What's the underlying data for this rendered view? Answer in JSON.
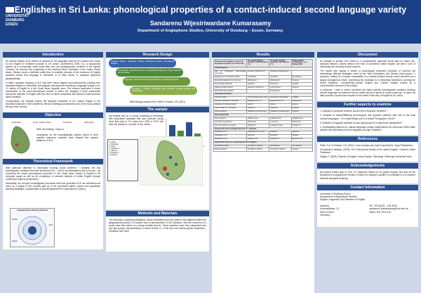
{
  "header": {
    "logo_text": [
      "UNIVERSITÄT",
      "DUISBURG",
      "ESSEN"
    ],
    "title": "Englishes in Sri Lanka: phonological properties of a contact-induced second language variety",
    "author": "Sandarenu Wijesiriwardane Kumarasamy",
    "affiliation": "Department of Anglophone Studies, University of Duisburg – Essen, Germany."
  },
  "introduction": {
    "title": "Introduction",
    "paragraphs": [
      "Sri Lankan English (SLE) defined in general as \"the language used by Sri Lankans who chose to use English for whatever purpose in Sri Lanka\" (Gunesekera 2005: 11), is supposedly spoken by a numerically small social elite who are geographically confined to the capital, Colombo, its suburbs and comprising of the westerly ethnic Sinhalese of the Indian Ocean island. Seldom would a definition rather than is explicitly inclusive of the existence of English speakers whose first language is Sinhalese or of other ethnic L1 speakers dispersed geographically.",
      "In effect, linguistic mapping of SLE had been hence largely mono-ethnocentric passing over essential insights to understand the linguistic developments resulting in language change in an L2 variety of English in a rich South Asian linguistic area. This renders imperative a closer examination of the socio-interactional context in which the mingling of input supersedes vernacular varieties of English with this kind of ethnic substrates that caused contact-induced hybrid variation.",
      "Consequently, my findings explore the linguistic intricacies of Sri Lankan English in the essential expansion of the multiethnic, literary multilingual-composition and of the socio-political literacy of the country."
    ]
  },
  "objective": {
    "title": "Objective",
    "legend": [
      "Sinhala",
      "Sri Lankan Tamil",
      "Muslim",
      "Burgher"
    ],
    "text_1": "With my findings I hope to:",
    "text_2": "emphasise on the sociolinguistic factors which in their specific historical contexts have shaped the speech patterns of SLE."
  },
  "framework": {
    "title": "Theoretical Framework",
    "paragraphs": [
      "With particular attention to historically evolving social schemes, I establish the key sociolinguistic variables that have functioned SLE – both in its development and in its use – by examining the actual phonological properties of this South Asian variety of English in its everyday usage as well as its comparison to selected features of Indian English (though rendering a regional perspective).",
      "Importantly, the complex sociolinguistic processes that have generated SLE are understood as much as a legacy of the colonial past as of the communal stakes, corpus and acquisition planning strategies, characteristic of post-independent Sri Lanka (former Ceylon)."
    ],
    "diagram_title": "Language Policy Planning Schemas",
    "diagram_labels": [
      "Sinhala",
      "Tamil",
      "English"
    ]
  },
  "research_design": {
    "title": "Research Design",
    "steps": [
      "Research Design · Qualitative method, quantitative analysis, phonological analysis",
      "Pre-Analysis · Literature reviews, sociolinguistic background, corpus collection and annotation",
      "Approach · Ethnic and community identifiers, phonetic transcription",
      "Procedure · Phonetic recordings, data extraction, acoustic analysis and interpretation"
    ],
    "caption": "Methodology adopted from Pasik & Graham, 231 (2001)"
  },
  "sample": {
    "title": "The sample",
    "text": "My findings rest on a corpus consisting of recordings with associated metadata that was collected during three field trips to Sri Lanka from 2009 to 2010 with each trip lasting for a period of four weeks."
  },
  "methods": {
    "title": "Methods and Materials",
    "text": "The total data, comprising elicitations, direct translations and free speech, was gathered within the geographical province of Colombo and is representative of SLE speakers, who are members of a social class that values on a study monthly income. These speakers were then categorised into four age groups: representatives, in terms of their L1, of the two most widely spoken substrates – Sinhalese and Tamil.",
    "legend_items": [
      "Urban",
      "Suburban",
      "Rural",
      "Sinhala L1",
      "Tamil L1",
      "Muslim L1",
      "Burgher"
    ]
  },
  "results": {
    "title": "Results",
    "headers": [
      "Phonological strategies (used in SP language acquisition as a loan/code)",
      "Sri Lankan English (speakers with Sinhala as L1)",
      "Sri Lankan English (speakers with Tamil as L1)",
      "Indian English (compared to, e.g. Sailaja 2009)"
    ],
    "rows": [
      [
        "Vowel Inventory",
        "",
        "",
        ""
      ],
      [
        "Use of Portuguese Elan-Sinhala contrasting",
        "for lexis: reduction in /ɪ/",
        "Shortened vowel system",
        ""
      ],
      [
        "Replacement of word-final schwa",
        "Centralised",
        "Peripheral",
        "Not attested"
      ],
      [
        "Monophthongisation of /eɪ/ and /əʊ/",
        "Widespread",
        "Widespread",
        "Frequent"
      ],
      [
        "Vowel length distinction",
        "Reduced",
        "Preserved",
        "Variable"
      ],
      [
        "Palatal on-glide insertion",
        "Attested in lexical set",
        "Less frequent",
        "Attested"
      ],
      [
        "Word-final vowel deletion",
        "",
        "Not attested",
        ""
      ],
      [
        "Consonant Inventory",
        "",
        "",
        ""
      ],
      [
        "Voicing of stops",
        "The world-final stop voiced",
        "Devoiced in intervocalic",
        "Variable"
      ],
      [
        "Retroflex realisation of alveolars",
        "Replacement /t, d/",
        "Replacement /t, d/",
        "Widespread"
      ],
      [
        "Aspiration of voiceless stops",
        "Absent",
        "Absent",
        "Absent"
      ],
      [
        "Labio-dental /v/ ~ /w/ merger",
        "Observed",
        "Observed",
        "Frequent"
      ],
      [
        "Dental fricatives",
        "Replaced by dental stops",
        "Replaced by dental stops",
        "Stopped"
      ],
      [
        "Suprasegmentals",
        "",
        "",
        ""
      ],
      [
        "Stress patterns",
        "Syllable-timed",
        "Syllable-timed",
        "Syllable-timed"
      ],
      [
        "Intonation of questions",
        "Rising tone",
        "Level tone",
        "Rising tone"
      ],
      [
        "Vowel epenthesis in clusters",
        "Prothetic /ɪ/",
        "Anaptyctic vowel",
        "Prothetic /ɪ/"
      ],
      [
        "Sounds that occur in English but not in L1 substrate",
        "",
        "",
        ""
      ],
      [
        "Realisation of /f/",
        "Aspirated /pʰ/ in onset",
        "Retained",
        "Retained"
      ],
      [
        "Realisation of /z/",
        "Devoiced",
        "Devoiced",
        "Variable"
      ],
      [
        "Realisation of /ʒ/",
        "Replaced /dʒ/",
        "Replaced /ʃ/",
        "Replaced /dʒ/"
      ],
      [
        "Sounds that occur in L1 substrate but not in English",
        "",
        "",
        ""
      ],
      [
        "Prenasalised stops",
        "Through L1 transfer",
        "Not attested",
        "Not attested"
      ],
      [
        "Retroflex lateral",
        "Through L1 transfer",
        "Through L1 transfer",
        "Attested"
      ]
    ]
  },
  "discussion": {
    "title": "Discussion",
    "paragraphs": [
      "An analysis of spoken SLE based on a sociophonetic approach sheds light on varied non-standard features, clearly distinct from that of continental Indian English, yet with a core of historically and culturally shared features.",
      "The results also display a variety of phonological processes indicative of common but interestingly differing strategies used by the Tamil (Dravidian) and Sinhala (Indo-Aryan) L1 speakers, calling for a broader examination of a contact-induced variety known described as a largely homogenous whole, underlining the necessity for a theoretical framework covering the World Englishes. Colonial/Post-Colonial English and Learner English models as a comprehensive account of the variety.",
      "In response, I seek to further scrutinise the island specific sociolinguistic variables resulting diverse language use patterns that are visible across a sphere in social continuum, in which my data provides a synchronic snapshot of the state of the story of English in Sri Lanka."
    ]
  },
  "further": {
    "title": "Further aspects to examine",
    "questions": [
      "1. Analysis of syntactic features across ethno-linguistic variables?",
      "2. Analysis of shared/differing phonological and syntactic patterns with that of the local contact languages – Sri Lanka Malay and Sri Lankan Portuguese Creole?",
      "3. Analysis of linguistic variation across age groups for a diachronic perspective?",
      "4. Investigating planned vs. natural language change implemented via commonly driven state policies corresponding to ethno-linguistic and age variables?"
    ]
  },
  "references": {
    "title": "References",
    "items": [
      "Pasik, S.A. & Graham, J.M. (2001). How to design and report experiments. Sage Publications.",
      "Gunesekera, Manique. (2005). The Postcolonial Identity of Sri Lankan English. Colombo: Katha Publishers.",
      "Sailaja, P. (2009). Dialects of English: Indian English. Edinburgh: Edinburgh University Press."
    ]
  },
  "acknowledgements": {
    "title": "Acknowledgements",
    "text": "My sincere thanks goes to Prof. Dr. Raymond Hickey for his guided support and also for the Department of Anglophone Studies in Essen for making it possible to undertake in my research interests alongside teaching."
  },
  "contact": {
    "title": "Contact Information",
    "lines": [
      "University of Duisburg-Essen",
      "Department of Anglophone Studies",
      "English Linguistics and Varieties of English"
    ],
    "address_label": "Address:",
    "address": [
      "Universitätsstr. 12,",
      "45141 Essen",
      "Germany."
    ],
    "tel": "Tel: +49 (0)201 - 183 4523",
    "email": "sandarenu.kumarasamy@uni-due.de",
    "office": "Office: R11 R04 D15"
  },
  "colors": {
    "header": "#1b3f86",
    "section": "#2c4f8f",
    "background": "#cfd8e6"
  }
}
